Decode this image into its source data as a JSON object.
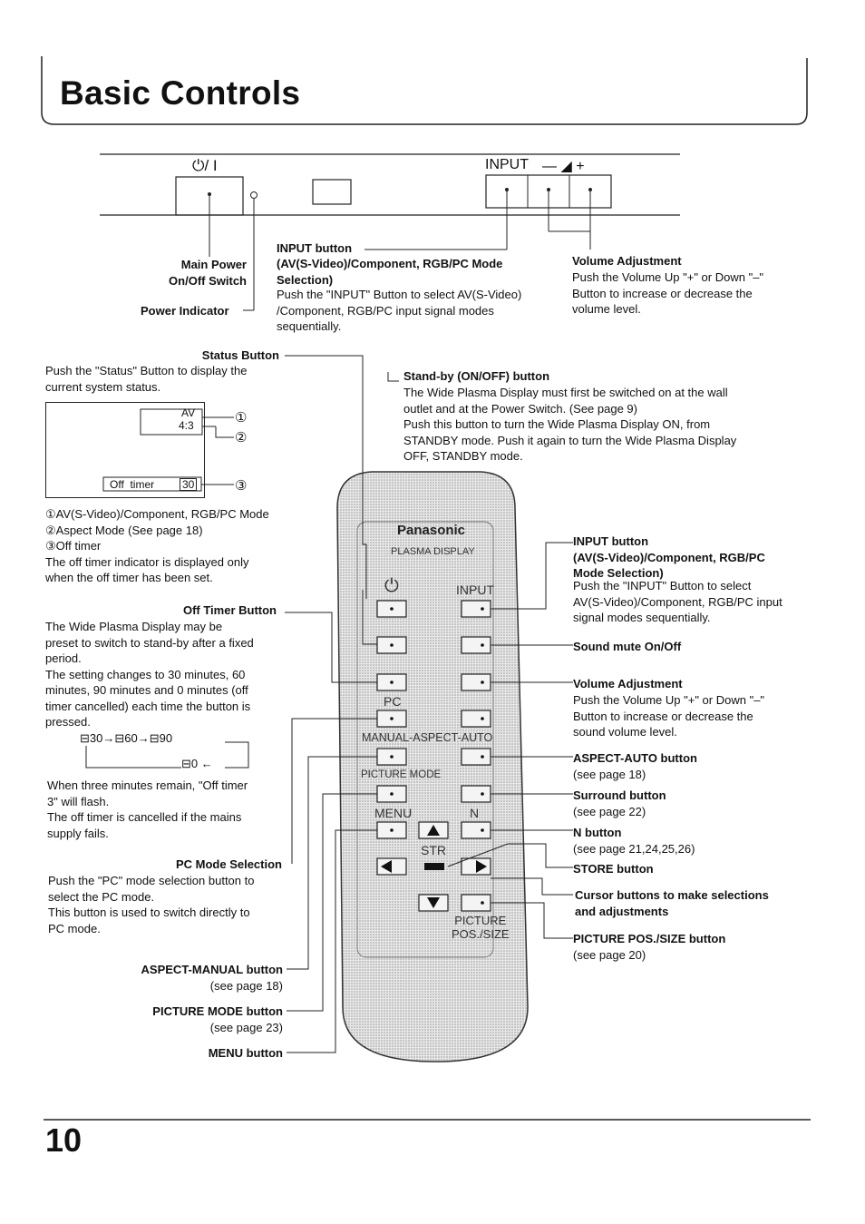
{
  "page": {
    "title": "Basic Controls",
    "page_number": "10"
  },
  "front_panel": {
    "power_symbol": "⏻/ I",
    "input_label": "INPUT",
    "volume_label": "— ◢ +",
    "main_power_label": "Main Power\nOn/Off Switch",
    "power_indicator_label": "Power Indicator",
    "input_button": {
      "title": "INPUT button",
      "subtitle": "(AV(S-Video)/Component, RGB/PC Mode\nSelection)",
      "text": "Push the \"INPUT\" Button to select AV(S-Video)\n/Component, RGB/PC input signal modes\nsequentially."
    },
    "volume_adjustment": {
      "title": "Volume Adjustment",
      "text": "Push the Volume Up \"+\" or Down \"–\"\nButton to increase or decrease the\nvolume level."
    }
  },
  "left": {
    "status": {
      "title": "Status Button",
      "text": "Push the \"Status\" Button to display the\ncurrent system status."
    },
    "screen": {
      "av": "AV",
      "ratio": "4:3",
      "off_timer": "Off  timer",
      "timer_value": "30",
      "mark1": "①",
      "mark2": "②",
      "mark3": "③"
    },
    "status_notes": "①AV(S-Video)/Component, RGB/PC Mode\n②Aspect Mode (See page 18)\n③Off timer\nThe off timer indicator is displayed only\nwhen the off timer has been set.",
    "off_timer": {
      "title": "Off Timer Button",
      "text": "The Wide Plasma Display may be\npreset to switch to stand-by after a fixed\nperiod.\nThe setting changes to 30 minutes, 60\nminutes, 90 minutes and 0 minutes (off\ntimer cancelled) each time the button is\npressed.",
      "cycle_30": "30",
      "cycle_60": "60",
      "cycle_90": "90",
      "cycle_0": "0",
      "text2": "When three minutes remain, \"Off timer\n3\" will flash.\nThe off timer is cancelled if the mains\nsupply fails."
    },
    "pc_mode": {
      "title": "PC Mode Selection",
      "text": "Push the \"PC\" mode selection button to\nselect the PC mode.\nThis button is used to switch directly to\nPC mode."
    },
    "aspect_manual": {
      "title": "ASPECT-MANUAL button",
      "text": "(see page 18)"
    },
    "picture_mode": {
      "title": "PICTURE MODE button",
      "text": "(see page 23)"
    },
    "menu": {
      "title": "MENU button"
    }
  },
  "right": {
    "standby": {
      "title": "Stand-by (ON/OFF) button",
      "text": "The Wide Plasma Display must first be switched on at the wall\noutlet and at the Power Switch. (See page 9)\nPush this button to turn the Wide Plasma Display ON, from\nSTANDBY mode. Push it again to turn the Wide Plasma Display\nOFF, STANDBY mode."
    },
    "input": {
      "title": "INPUT button\n(AV(S-Video)/Component, RGB/PC\nMode Selection)",
      "text": "Push the \"INPUT\" Button to select\nAV(S-Video)/Component, RGB/PC input\nsignal modes sequentially."
    },
    "mute": {
      "title": "Sound mute On/Off"
    },
    "volume": {
      "title": "Volume Adjustment",
      "text": "Push the Volume Up \"+\" or Down \"–\"\nButton to increase or decrease the\nsound volume level."
    },
    "aspect_auto": {
      "title": "ASPECT-AUTO button",
      "text": "(see page 18)"
    },
    "surround": {
      "title": "Surround button",
      "text": "(see page 22)"
    },
    "n_button": {
      "title": "N button",
      "text": "(see page 21,24,25,26)"
    },
    "store": {
      "title": "STORE button"
    },
    "cursor": {
      "title": "Cursor buttons to make selections\nand adjustments"
    },
    "picture_pos": {
      "title": "PICTURE POS./SIZE button",
      "text": "(see page 20)"
    }
  },
  "remote": {
    "brand": "Panasonic",
    "model": "PLASMA DISPLAY",
    "power": "⏻",
    "input": "INPUT",
    "pc": "PC",
    "manual_aspect_auto": "MANUAL-ASPECT-AUTO",
    "picture_mode": "PICTURE MODE",
    "menu": "MENU",
    "n": "N",
    "str": "STR",
    "picture_pos": "PICTURE\nPOS./SIZE"
  }
}
